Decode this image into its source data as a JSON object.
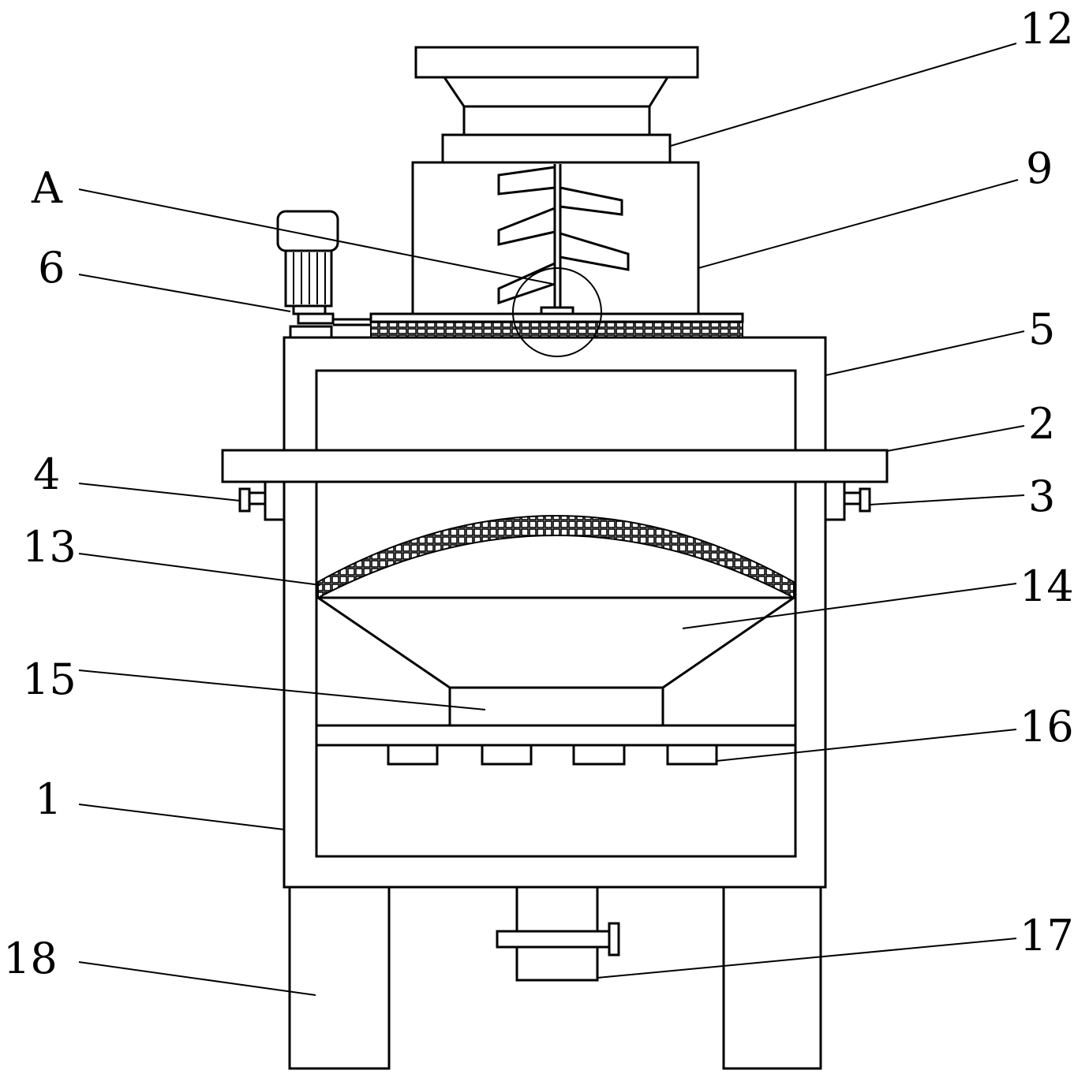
{
  "labels": {
    "l12": "12",
    "l9": "9",
    "lA": "A",
    "l6": "6",
    "l5": "5",
    "l2": "2",
    "l4": "4",
    "l3": "3",
    "l13": "13",
    "l14": "14",
    "l15": "15",
    "l16": "16",
    "l1": "1",
    "l17": "17",
    "l18": "18"
  },
  "colors": {
    "line": "#000000",
    "background": "#ffffff"
  }
}
